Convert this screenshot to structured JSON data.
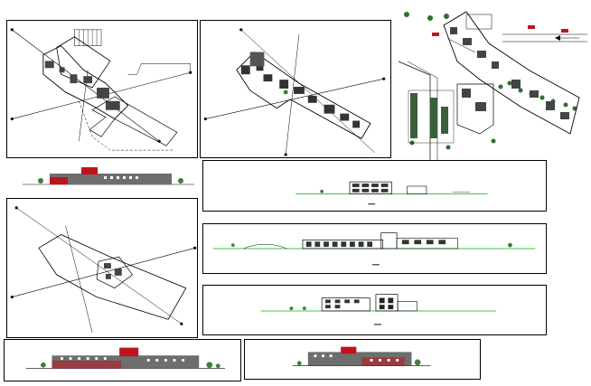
{
  "drawing_set": {
    "sheets": [
      {
        "id": "plan-ground",
        "kind": "floor-plan"
      },
      {
        "id": "plan-upper",
        "kind": "floor-plan"
      },
      {
        "id": "site-plan",
        "kind": "site-plan"
      },
      {
        "id": "elevation-small-left",
        "kind": "elevation"
      },
      {
        "id": "section-1",
        "kind": "section"
      },
      {
        "id": "roof-plan",
        "kind": "roof-plan"
      },
      {
        "id": "section-2",
        "kind": "section"
      },
      {
        "id": "section-3",
        "kind": "section"
      },
      {
        "id": "elevation-bottom-left",
        "kind": "elevation"
      },
      {
        "id": "elevation-bottom-right",
        "kind": "elevation"
      }
    ],
    "colors": {
      "line": "#000000",
      "accent_red": "#c0141a",
      "ground_green": "#00b400",
      "tree_green": "#3f7f3f",
      "grey_hatch": "#6e6e6e"
    }
  }
}
